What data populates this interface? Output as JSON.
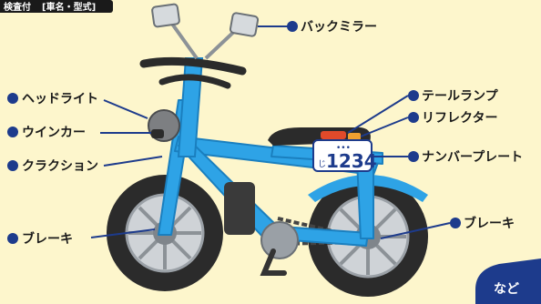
{
  "header": {
    "tag_left": "検査付",
    "tag_right": "[車名・型式]"
  },
  "labels": {
    "mirror": "バックミラー",
    "headlight": "ヘッドライト",
    "winker": "ウインカー",
    "horn": "クラクション",
    "brake_front": "ブレーキ",
    "taillamp": "テールランプ",
    "reflector": "リフレクター",
    "number_plate": "ナンバープレート",
    "brake_rear": "ブレーキ"
  },
  "plate": {
    "dots": "•••",
    "kana": "じ",
    "number": "1234"
  },
  "etc": "など",
  "colors": {
    "background": "#fdf6cc",
    "frame": "#2ea3e6",
    "frame_dark": "#1a7fbf",
    "tire": "#2b2b2b",
    "rim": "#bfc3c8",
    "label_dot": "#1d3b8c",
    "leader": "#1d3b8c",
    "etc_bg": "#1d3b8c"
  }
}
